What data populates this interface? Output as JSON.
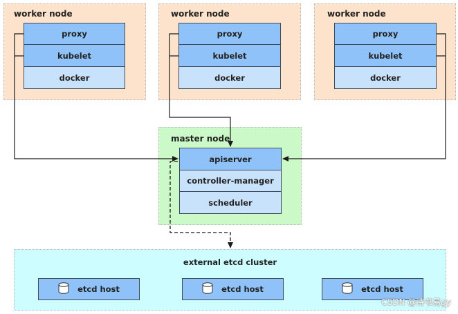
{
  "workers": [
    {
      "title": "worker node",
      "components": [
        "proxy",
        "kubelet",
        "docker"
      ]
    },
    {
      "title": "worker node",
      "components": [
        "proxy",
        "kubelet",
        "docker"
      ]
    },
    {
      "title": "worker node",
      "components": [
        "proxy",
        "kubelet",
        "docker"
      ]
    }
  ],
  "master": {
    "title": "master node",
    "components": [
      "apiserver",
      "controller-manager",
      "scheduler"
    ]
  },
  "etcd": {
    "title": "external etcd cluster",
    "hosts": [
      "etcd host",
      "etcd host",
      "etcd host"
    ]
  },
  "watermark": "CSDN @诗书易gy",
  "colors": {
    "worker_bg": "#fde3cb",
    "master_bg": "#ccf9c8",
    "etcd_bg": "#cdfdfe",
    "component_dark": "#8fc2f8",
    "component_light": "#c9e2fc"
  }
}
